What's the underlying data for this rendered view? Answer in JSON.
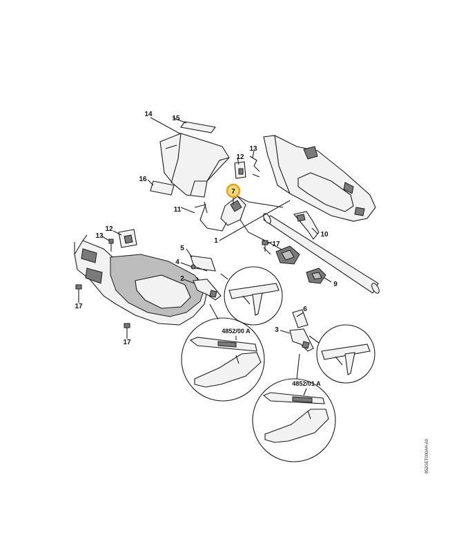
{
  "callouts": {
    "c1": "1",
    "c2": "2",
    "c3": "3",
    "c4": "4",
    "c5": "5",
    "c6": "6",
    "c7": "7",
    "c9": "9",
    "c10": "10",
    "c11": "11",
    "c12a": "12",
    "c12b": "12",
    "c13a": "13",
    "c13b": "13",
    "c14": "14",
    "c15": "15",
    "c16": "16",
    "c17a": "17",
    "c17b": "17",
    "c17c": "17"
  },
  "tools": {
    "tool_a": "4852/00 A",
    "tool_b": "4852/01 A"
  },
  "drawing_code": "852GET000AH-A0",
  "highlight_color": "#f5c242"
}
